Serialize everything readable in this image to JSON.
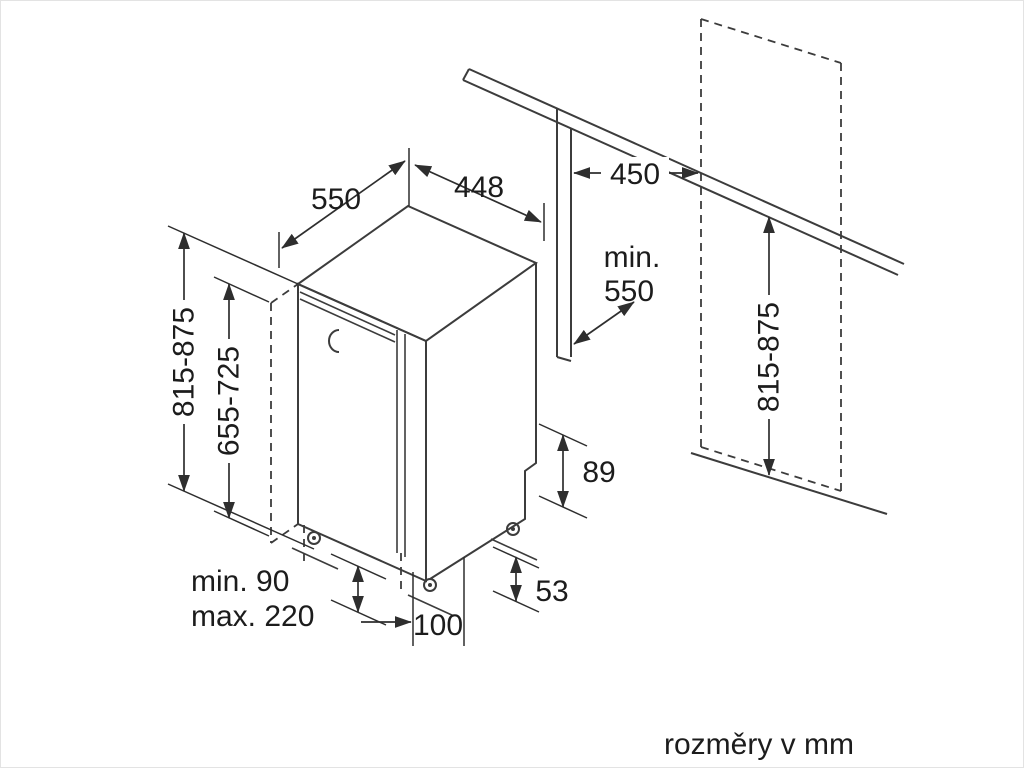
{
  "diagram": {
    "footer": "rozměry v mm",
    "labels": {
      "depth_top": "550",
      "width_top": "448",
      "niche_width": "450",
      "niche_depth_line1": "min.",
      "niche_depth_line2": "550",
      "appliance_height": "815-875",
      "furniture_door_height": "655-725",
      "niche_height": "815-875",
      "base_recess_height": "89",
      "base_side_offset": "53",
      "base_front_offset": "100",
      "plinth_min": "min. 90",
      "plinth_max": "max. 220"
    }
  }
}
